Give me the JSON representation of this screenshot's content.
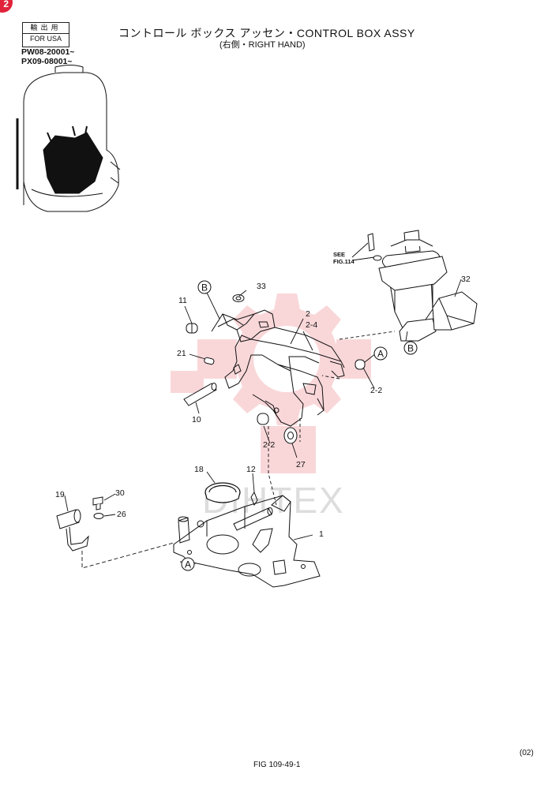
{
  "header": {
    "title": "コントロール ボックス アッセン・CONTROL BOX ASSY",
    "subtitle": "(右側・RIGHT HAND)",
    "badge": "2"
  },
  "stamp": {
    "jp": "輸出用",
    "en": "FOR USA"
  },
  "serials": [
    "PW08-20001~",
    "PX09-08001~"
  ],
  "see_ref": {
    "line1": "SEE",
    "line2": "FIG.114"
  },
  "parts": {
    "p1": "1",
    "p2": "2",
    "p2_4": "2-4",
    "p2_2a": "2-2",
    "p2_2b": "2-2",
    "p10": "10",
    "p11": "11",
    "p12": "12",
    "p18": "18",
    "p19": "19",
    "p21": "21",
    "p26": "26",
    "p27": "27",
    "p30": "30",
    "p32": "32",
    "p33": "33"
  },
  "callouts": {
    "a1": "A",
    "a2": "A",
    "b1": "B",
    "b2": "B"
  },
  "watermark": {
    "text": "DIHTEX",
    "color": "#f2a7ad"
  },
  "footer": {
    "figure": "FIG 109-49-1",
    "revision": "(02)"
  }
}
